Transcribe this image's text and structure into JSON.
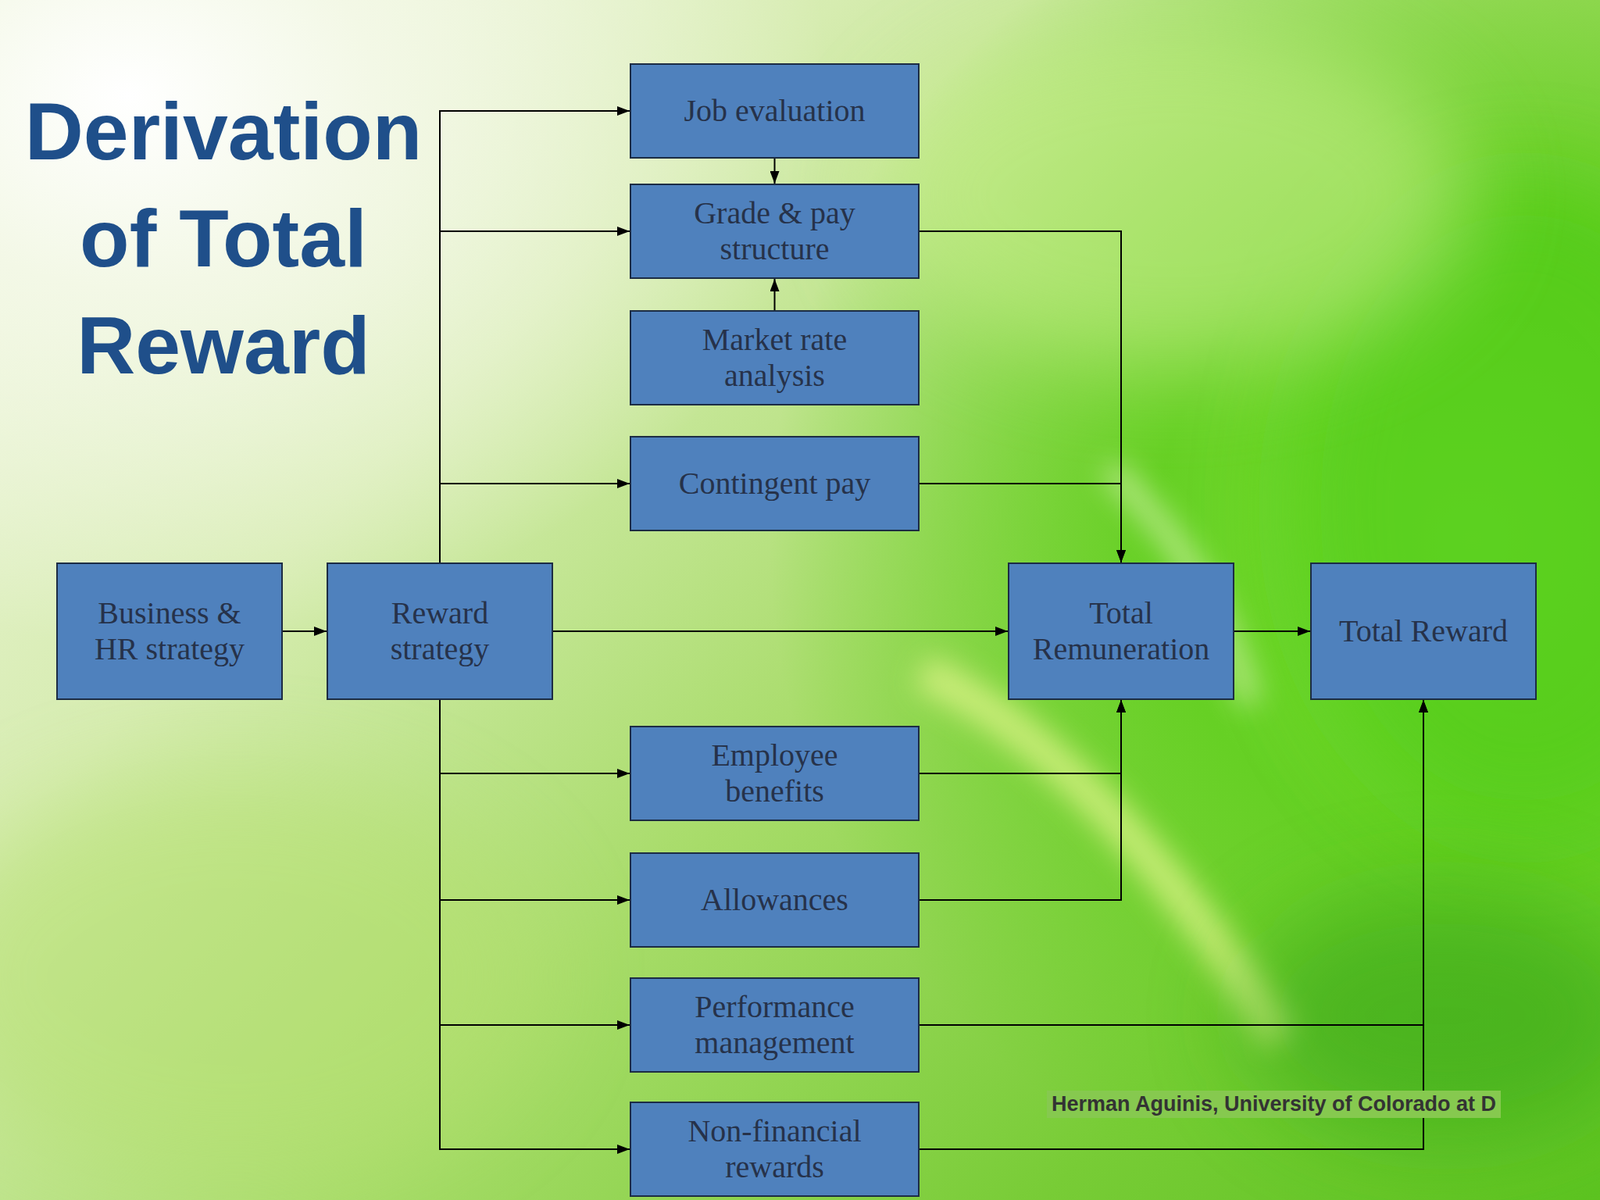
{
  "diagram": {
    "title": "Derivation of Total Reward",
    "nodes": [
      {
        "text": [
          "Job evaluation"
        ]
      },
      {
        "text": [
          "Grade & pay structure"
        ]
      },
      {
        "text": [
          "Market rate analysis"
        ]
      },
      {
        "text": [
          "Contingent pay"
        ]
      },
      {
        "text": [
          "Business & HR strategy"
        ]
      },
      {
        "text": [
          "Reward strategy"
        ]
      },
      {
        "text": [
          "Total Remuneration"
        ]
      },
      {
        "text": [
          "Total Reward"
        ]
      },
      {
        "text": [
          "Employee benefits"
        ]
      },
      {
        "text": [
          "Allowances"
        ]
      },
      {
        "text": [
          "Performance management"
        ]
      },
      {
        "text": [
          "Non-financial rewards"
        ]
      }
    ],
    "edges": [
      {
        "from": 4,
        "to": 5,
        "arrow": "to"
      },
      {
        "from": 5,
        "to": 0,
        "arrow": "to"
      },
      {
        "from": 5,
        "to": 1,
        "arrow": "to"
      },
      {
        "from": 5,
        "to": 3,
        "arrow": "to"
      },
      {
        "from": 5,
        "to": 8,
        "arrow": "to"
      },
      {
        "from": 5,
        "to": 9,
        "arrow": "to"
      },
      {
        "from": 5,
        "to": 10,
        "arrow": "to"
      },
      {
        "from": 5,
        "to": 11,
        "arrow": "to"
      },
      {
        "from": 5,
        "to": 6,
        "arrow": "to"
      },
      {
        "from": 0,
        "to": 1,
        "arrow": "to"
      },
      {
        "from": 2,
        "to": 1,
        "arrow": "to"
      },
      {
        "from": 1,
        "to": 6,
        "arrow": "to"
      },
      {
        "from": 3,
        "to": 6,
        "arrow": "to"
      },
      {
        "from": 8,
        "to": 6,
        "arrow": "to"
      },
      {
        "from": 9,
        "to": 6,
        "arrow": "to"
      },
      {
        "from": 6,
        "to": 7,
        "arrow": "to"
      },
      {
        "from": 10,
        "to": 7,
        "arrow": "to"
      },
      {
        "from": 11,
        "to": 7,
        "arrow": "to"
      }
    ],
    "labels": [
      "Herman Aguinis, University of Colorado at D"
    ]
  }
}
